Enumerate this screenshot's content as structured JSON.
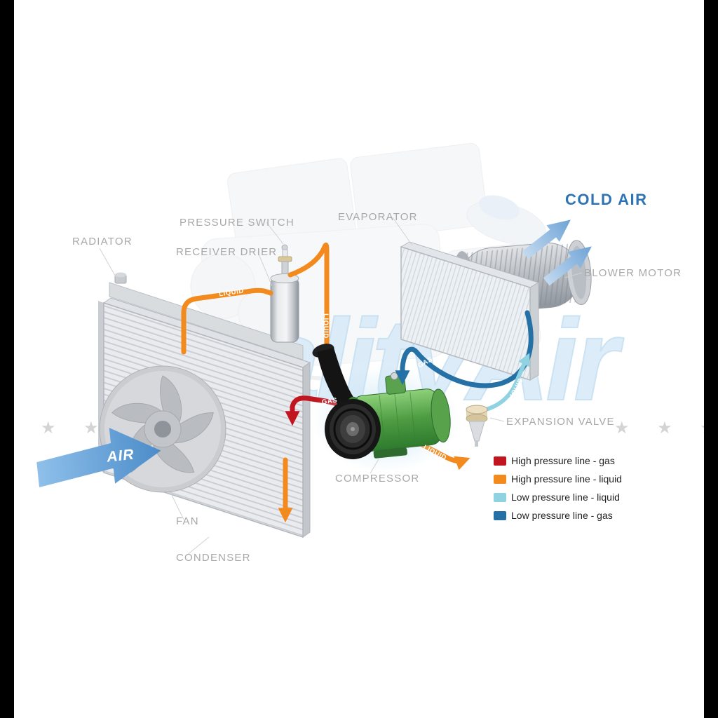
{
  "colors": {
    "hp_gas": "#c11620",
    "hp_liquid": "#f28a1e",
    "lp_liquid": "#8fd2e2",
    "lp_gas": "#2571a5",
    "cold_air": "#2e74b5",
    "label_gray": "#a8a8a8",
    "watermark_blue": "#d9ebf8"
  },
  "component_labels": {
    "radiator": "RADIATOR",
    "pressure_switch": "PRESSURE SWITCH",
    "receiver_drier": "RECEIVER DRIER",
    "evaporator": "EVAPORATOR",
    "cold_air": "COLD AIR",
    "blower_motor": "BLOWER MOTOR",
    "expansion_valve": "EXPANSION VALVE",
    "compressor": "COMPRESSOR",
    "fan": "FAN",
    "condenser": "CONDENSER",
    "air": "AIR"
  },
  "flow_labels": {
    "after_condenser": "LIQUID",
    "after_drier": "LIQUID",
    "before_expansion_valve": "LIQUID",
    "after_expansion_valve": "LIQUID",
    "compressor_discharge": "GAS",
    "evaporator_outlet": "GAS"
  },
  "legend": {
    "items": [
      {
        "label": "High pressure line - gas"
      },
      {
        "label": "High pressure line - liquid"
      },
      {
        "label": "Low pressure line - liquid"
      },
      {
        "label": "Low pressure line - gas"
      }
    ]
  },
  "watermark": {
    "text": "QualityAir",
    "stars_left": "★ ★ ★",
    "stars_right": "★ ★ ★"
  }
}
